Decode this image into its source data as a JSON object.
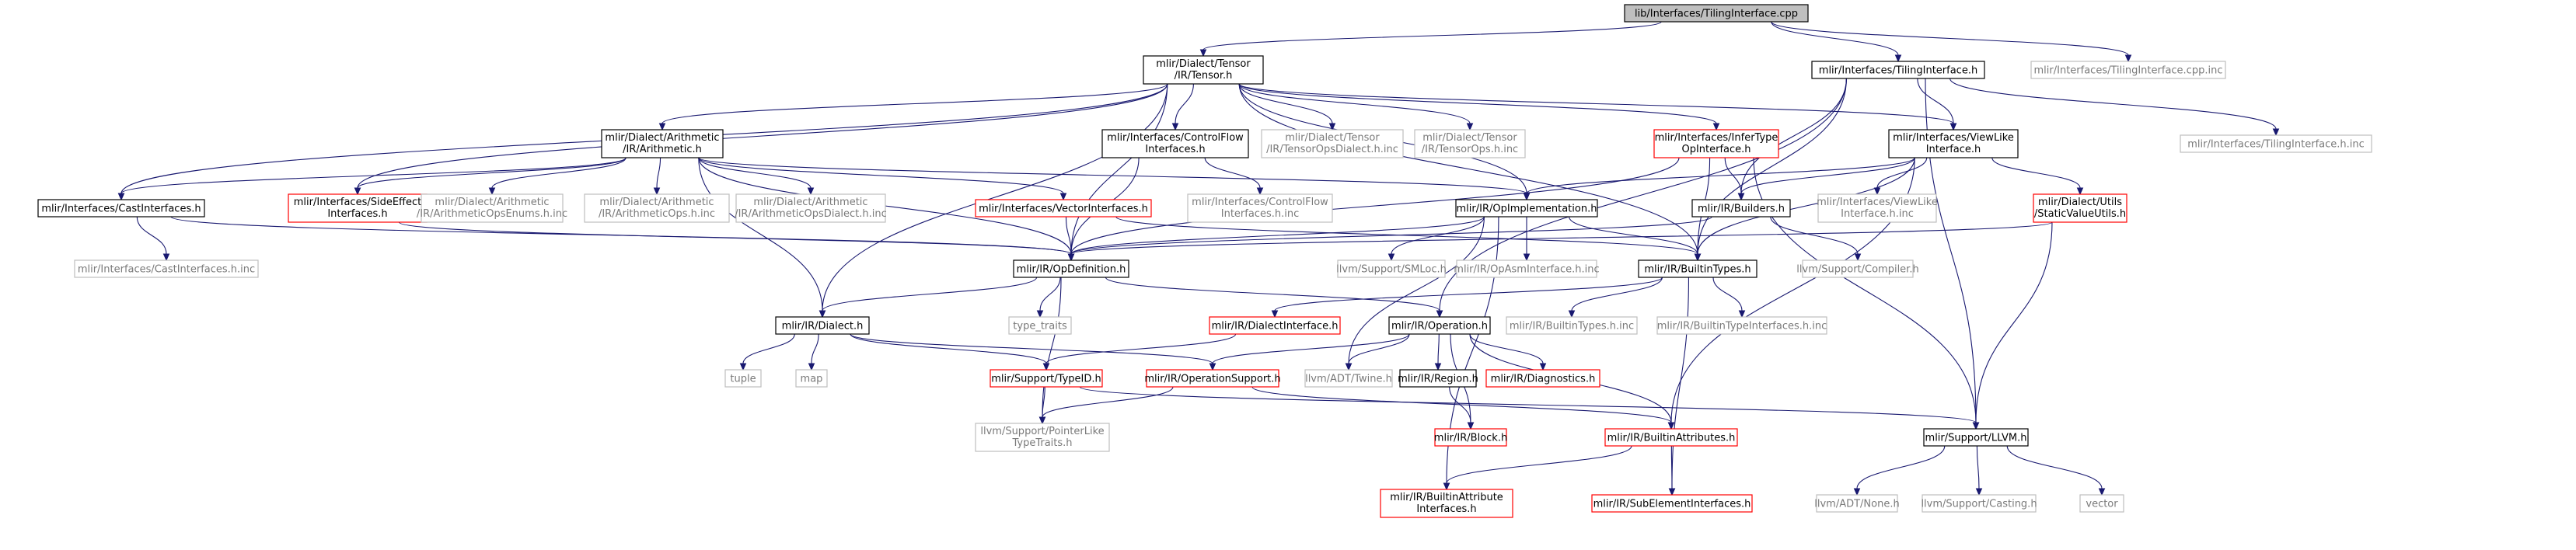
{
  "title": "lib/Interfaces/TilingInterface.cpp",
  "colors": {
    "normal": "#000000",
    "missing": "#bfbfbf",
    "recursive": "#ff0000",
    "root_fill": "#bfbfbf",
    "edge": "#191970",
    "text": "#000000",
    "gray_text": "#7a7a7a"
  },
  "nodes": [
    {
      "id": "root",
      "lines": [
        "lib/Interfaces/TilingInterface.cpp"
      ],
      "style": "root"
    },
    {
      "id": "tensor",
      "lines": [
        "mlir/Dialect/Tensor",
        "/IR/Tensor.h"
      ],
      "style": "normal"
    },
    {
      "id": "tilingh",
      "lines": [
        "mlir/Interfaces/TilingInterface.h"
      ],
      "style": "normal"
    },
    {
      "id": "tilingcppinc",
      "lines": [
        "mlir/Interfaces/TilingInterface.cpp.inc"
      ],
      "style": "missing"
    },
    {
      "id": "arith",
      "lines": [
        "mlir/Dialect/Arithmetic",
        "/IR/Arithmetic.h"
      ],
      "style": "normal"
    },
    {
      "id": "cflow",
      "lines": [
        "mlir/Interfaces/ControlFlow",
        "Interfaces.h"
      ],
      "style": "normal"
    },
    {
      "id": "tensordialectinc",
      "lines": [
        "mlir/Dialect/Tensor",
        "/IR/TensorOpsDialect.h.inc"
      ],
      "style": "missing"
    },
    {
      "id": "tensoropsinc",
      "lines": [
        "mlir/Dialect/Tensor",
        "/IR/TensorOps.h.inc"
      ],
      "style": "missing"
    },
    {
      "id": "infer",
      "lines": [
        "mlir/Interfaces/InferType",
        "OpInterface.h"
      ],
      "style": "recursive"
    },
    {
      "id": "viewlike",
      "lines": [
        "mlir/Interfaces/ViewLike",
        "Interface.h"
      ],
      "style": "normal"
    },
    {
      "id": "tilinghinc",
      "lines": [
        "mlir/Interfaces/TilingInterface.h.inc"
      ],
      "style": "missing"
    },
    {
      "id": "castif",
      "lines": [
        "mlir/Interfaces/CastInterfaces.h"
      ],
      "style": "normal"
    },
    {
      "id": "sideeffect",
      "lines": [
        "mlir/Interfaces/SideEffect",
        "Interfaces.h"
      ],
      "style": "recursive"
    },
    {
      "id": "arithenums",
      "lines": [
        "mlir/Dialect/Arithmetic",
        "/IR/ArithmeticOpsEnums.h.inc"
      ],
      "style": "missing"
    },
    {
      "id": "arithops",
      "lines": [
        "mlir/Dialect/Arithmetic",
        "/IR/ArithmeticOps.h.inc"
      ],
      "style": "missing"
    },
    {
      "id": "arithdialect",
      "lines": [
        "mlir/Dialect/Arithmetic",
        "/IR/ArithmeticOpsDialect.h.inc"
      ],
      "style": "missing"
    },
    {
      "id": "vectorif",
      "lines": [
        "mlir/Interfaces/VectorInterfaces.h"
      ],
      "style": "recursive"
    },
    {
      "id": "cflowinc",
      "lines": [
        "mlir/Interfaces/ControlFlow",
        "Interfaces.h.inc"
      ],
      "style": "missing"
    },
    {
      "id": "opimpl",
      "lines": [
        "mlir/IR/OpImplementation.h"
      ],
      "style": "normal"
    },
    {
      "id": "builders",
      "lines": [
        "mlir/IR/Builders.h"
      ],
      "style": "normal"
    },
    {
      "id": "viewlikeinc",
      "lines": [
        "mlir/Interfaces/ViewLike",
        "Interface.h.inc"
      ],
      "style": "missing"
    },
    {
      "id": "staticvalue",
      "lines": [
        "mlir/Dialect/Utils",
        "/StaticValueUtils.h"
      ],
      "style": "recursive"
    },
    {
      "id": "castinc",
      "lines": [
        "mlir/Interfaces/CastInterfaces.h.inc"
      ],
      "style": "missing"
    },
    {
      "id": "opdef",
      "lines": [
        "mlir/IR/OpDefinition.h"
      ],
      "style": "normal"
    },
    {
      "id": "smloc",
      "lines": [
        "llvm/Support/SMLoc.h"
      ],
      "style": "missing"
    },
    {
      "id": "opasm",
      "lines": [
        "mlir/IR/OpAsmInterface.h.inc"
      ],
      "style": "missing"
    },
    {
      "id": "builtintypes",
      "lines": [
        "mlir/IR/BuiltinTypes.h"
      ],
      "style": "normal"
    },
    {
      "id": "compiler",
      "lines": [
        "llvm/Support/Compiler.h"
      ],
      "style": "missing"
    },
    {
      "id": "dialect",
      "lines": [
        "mlir/IR/Dialect.h"
      ],
      "style": "normal"
    },
    {
      "id": "typetraits",
      "lines": [
        "type_traits"
      ],
      "style": "missing"
    },
    {
      "id": "dialectif",
      "lines": [
        "mlir/IR/DialectInterface.h"
      ],
      "style": "recursive"
    },
    {
      "id": "operation",
      "lines": [
        "mlir/IR/Operation.h"
      ],
      "style": "normal"
    },
    {
      "id": "builtintypesinc",
      "lines": [
        "mlir/IR/BuiltinTypes.h.inc"
      ],
      "style": "missing"
    },
    {
      "id": "builtintypeifinc",
      "lines": [
        "mlir/IR/BuiltinTypeInterfaces.h.inc"
      ],
      "style": "missing"
    },
    {
      "id": "tuple",
      "lines": [
        "tuple"
      ],
      "style": "missing"
    },
    {
      "id": "map",
      "lines": [
        "map"
      ],
      "style": "missing"
    },
    {
      "id": "typeid",
      "lines": [
        "mlir/Support/TypeID.h"
      ],
      "style": "recursive"
    },
    {
      "id": "opsupport",
      "lines": [
        "mlir/IR/OperationSupport.h"
      ],
      "style": "recursive"
    },
    {
      "id": "twine",
      "lines": [
        "llvm/ADT/Twine.h"
      ],
      "style": "missing"
    },
    {
      "id": "region",
      "lines": [
        "mlir/IR/Region.h"
      ],
      "style": "normal"
    },
    {
      "id": "diagnostics",
      "lines": [
        "mlir/IR/Diagnostics.h"
      ],
      "style": "recursive"
    },
    {
      "id": "llvmh",
      "lines": [
        "mlir/Support/LLVM.h"
      ],
      "style": "normal"
    },
    {
      "id": "pointerlike",
      "lines": [
        "llvm/Support/PointerLike",
        "TypeTraits.h"
      ],
      "style": "missing"
    },
    {
      "id": "block",
      "lines": [
        "mlir/IR/Block.h"
      ],
      "style": "recursive"
    },
    {
      "id": "builtinattrs",
      "lines": [
        "mlir/IR/BuiltinAttributes.h"
      ],
      "style": "recursive"
    },
    {
      "id": "builtinattrif",
      "lines": [
        "mlir/IR/BuiltinAttribute",
        "Interfaces.h"
      ],
      "style": "recursive"
    },
    {
      "id": "subelement",
      "lines": [
        "mlir/IR/SubElementInterfaces.h"
      ],
      "style": "recursive"
    },
    {
      "id": "none",
      "lines": [
        "llvm/ADT/None.h"
      ],
      "style": "missing"
    },
    {
      "id": "casting",
      "lines": [
        "llvm/Support/Casting.h"
      ],
      "style": "missing"
    },
    {
      "id": "vector",
      "lines": [
        "vector"
      ],
      "style": "missing"
    }
  ],
  "edges": [
    [
      "root",
      "tensor"
    ],
    [
      "root",
      "tilingh"
    ],
    [
      "root",
      "tilingcppinc"
    ],
    [
      "tensor",
      "arith"
    ],
    [
      "tensor",
      "cflow"
    ],
    [
      "tensor",
      "tensordialectinc"
    ],
    [
      "tensor",
      "tensoropsinc"
    ],
    [
      "tensor",
      "infer"
    ],
    [
      "tensor",
      "viewlike"
    ],
    [
      "tensor",
      "castif"
    ],
    [
      "tensor",
      "sideeffect"
    ],
    [
      "tensor",
      "opdef"
    ],
    [
      "tensor",
      "opimpl"
    ],
    [
      "tensor",
      "builtintypes"
    ],
    [
      "tensor",
      "dialect"
    ],
    [
      "tilingh",
      "viewlike"
    ],
    [
      "tilingh",
      "tilinghinc"
    ],
    [
      "tilingh",
      "builders"
    ],
    [
      "tilingh",
      "builtintypes"
    ],
    [
      "tilingh",
      "operation"
    ],
    [
      "tilingh",
      "llvmh"
    ],
    [
      "arith",
      "castif"
    ],
    [
      "arith",
      "sideeffect"
    ],
    [
      "arith",
      "arithenums"
    ],
    [
      "arith",
      "arithops"
    ],
    [
      "arith",
      "arithdialect"
    ],
    [
      "arith",
      "vectorif"
    ],
    [
      "arith",
      "opimpl"
    ],
    [
      "arith",
      "opdef"
    ],
    [
      "arith",
      "dialect"
    ],
    [
      "cflow",
      "cflowinc"
    ],
    [
      "cflow",
      "opdef"
    ],
    [
      "infer",
      "builders"
    ],
    [
      "infer",
      "builtintypes"
    ],
    [
      "infer",
      "opdef"
    ],
    [
      "infer",
      "llvmh"
    ],
    [
      "viewlike",
      "opimpl"
    ],
    [
      "viewlike",
      "builders"
    ],
    [
      "viewlike",
      "viewlikeinc"
    ],
    [
      "viewlike",
      "staticvalue"
    ],
    [
      "viewlike",
      "builtintypes"
    ],
    [
      "viewlike",
      "builtinattrs"
    ],
    [
      "castif",
      "castinc"
    ],
    [
      "castif",
      "opdef"
    ],
    [
      "sideeffect",
      "opdef"
    ],
    [
      "vectorif",
      "opdef"
    ],
    [
      "vectorif",
      "builtintypes"
    ],
    [
      "opimpl",
      "opdef"
    ],
    [
      "opimpl",
      "smloc"
    ],
    [
      "opimpl",
      "opasm"
    ],
    [
      "opimpl",
      "builtintypes"
    ],
    [
      "opimpl",
      "twine"
    ],
    [
      "opimpl",
      "builtinattrif"
    ],
    [
      "builders",
      "opdef"
    ],
    [
      "builders",
      "compiler"
    ],
    [
      "staticvalue",
      "opdef"
    ],
    [
      "staticvalue",
      "llvmh"
    ],
    [
      "opdef",
      "dialect"
    ],
    [
      "opdef",
      "typetraits"
    ],
    [
      "opdef",
      "operation"
    ],
    [
      "opdef",
      "pointerlike"
    ],
    [
      "builtintypes",
      "dialectif"
    ],
    [
      "builtintypes",
      "builtintypesinc"
    ],
    [
      "builtintypes",
      "builtintypeifinc"
    ],
    [
      "builtintypes",
      "subelement"
    ],
    [
      "dialect",
      "tuple"
    ],
    [
      "dialect",
      "map"
    ],
    [
      "dialect",
      "typeid"
    ],
    [
      "dialect",
      "opsupport"
    ],
    [
      "dialectif",
      "typeid"
    ],
    [
      "operation",
      "opsupport"
    ],
    [
      "operation",
      "twine"
    ],
    [
      "operation",
      "region"
    ],
    [
      "operation",
      "diagnostics"
    ],
    [
      "operation",
      "block"
    ],
    [
      "operation",
      "builtinattrs"
    ],
    [
      "typeid",
      "pointerlike"
    ],
    [
      "typeid",
      "llvmh"
    ],
    [
      "opsupport",
      "pointerlike"
    ],
    [
      "opsupport",
      "builtinattrs"
    ],
    [
      "region",
      "block"
    ],
    [
      "builtinattrs",
      "builtinattrif"
    ],
    [
      "builtinattrs",
      "subelement"
    ],
    [
      "llvmh",
      "none"
    ],
    [
      "llvmh",
      "casting"
    ],
    [
      "llvmh",
      "vector"
    ]
  ]
}
